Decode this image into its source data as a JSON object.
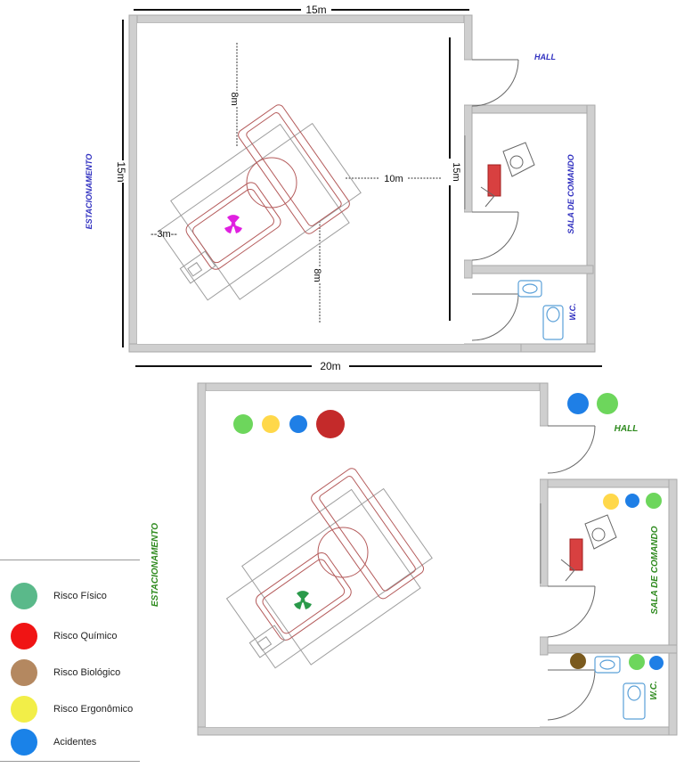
{
  "top_plan": {
    "dim_top": "15m",
    "dim_left": "15m",
    "dim_bottom": "20m",
    "dim_8m_upper": "8m",
    "dim_8m_lower": "8m",
    "dim_10m": "10m",
    "dim_15m_inner": "15m",
    "dim_3m": "--3m--",
    "label_hall": "HALL",
    "label_control_room": "SALA DE COMANDO",
    "label_wc": "W.C.",
    "label_parking": "ESTACIONAMENTO"
  },
  "bottom_plan": {
    "label_hall": "HALL",
    "label_control_room": "SALA DE COMANDO",
    "label_wc": "W.C.",
    "label_parking": "ESTACIONAMENTO"
  },
  "colors": {
    "fisico": "#6dd65c",
    "quimico": "#c42a2a",
    "biologico": "#7a5a1e",
    "ergonomico": "#ffd84a",
    "acidentes": "#1f7fe6",
    "legend_fisico": "#5ab98a",
    "legend_quimico": "#f01414",
    "legend_biologico": "#b48860",
    "legend_ergonomico": "#f2ee48",
    "legend_acidentes": "#1a82e8"
  },
  "legend": [
    {
      "label": "Risco Físico",
      "color": "#5ab98a"
    },
    {
      "label": "Risco Químico",
      "color": "#f01414"
    },
    {
      "label": "Risco Biológico",
      "color": "#b48860"
    },
    {
      "label": "Risco Ergonômico",
      "color": "#f2ee48"
    },
    {
      "label": "Acidentes",
      "color": "#1a82e8"
    }
  ]
}
